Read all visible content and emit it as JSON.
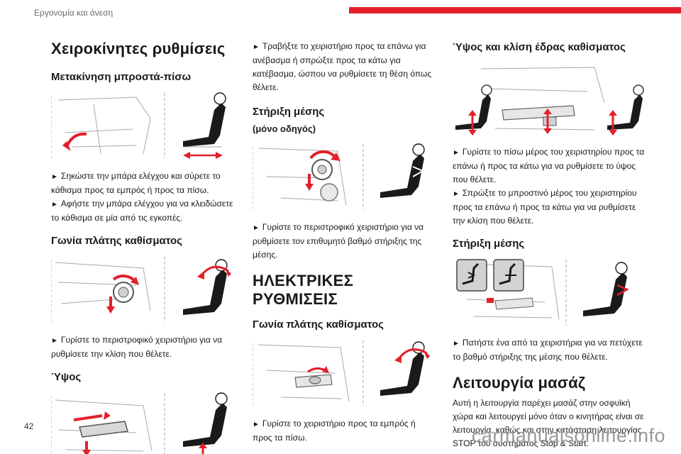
{
  "header": {
    "section": "Εργονομία και άνεση",
    "accent_color": "#e3202a"
  },
  "page": {
    "number": "42"
  },
  "watermark": "carmanualsonline.info",
  "col1": {
    "title": "Χειροκίνητες ρυθμίσεις",
    "s1_heading": "Μετακίνηση μπροστά-πίσω",
    "s1_items": [
      "Σηκώστε την μπάρα ελέγχου και σύρετε το κάθισμα προς τα εμπρός ή προς τα πίσω.",
      "Αφήστε την μπάρα ελέγχου για να κλειδώσετε το κάθισμα σε μία από τις εγκοπές."
    ],
    "s2_heading": "Γωνία πλάτης καθίσματος",
    "s2_items": [
      "Γυρίστε το περιστροφικό χειριστήριο για να ρυθμίσετε την κλίση που θέλετε."
    ],
    "s3_heading": "Ύψος"
  },
  "col2": {
    "intro_items": [
      "Τραβήξτε το χειριστήριο προς τα επάνω για ανέβασμα ή σπρώξτε προς τα κάτω για κατέβασμα, ώσπου να ρυθμίσετε τη θέση όπως θέλετε."
    ],
    "s1_heading": "Στήριξη μέσης",
    "s1_sub": "(μόνο οδηγός)",
    "s1_items": [
      "Γυρίστε το περιστροφικό χειριστήριο για να ρυθμίσετε τον επιθυμητό βαθμό στήριξης της μέσης."
    ],
    "caps_title": "ΗΛΕΚΤΡΙΚΕΣ ΡΥΘΜΙΣΕΙΣ",
    "s2_heading": "Γωνία πλάτης καθίσματος",
    "s2_items": [
      "Γυρίστε το χειριστήριο προς τα εμπρός ή προς τα πίσω."
    ]
  },
  "col3": {
    "s1_heading": "Ύψος και κλίση έδρας καθίσματος",
    "s1_items": [
      "Γυρίστε το πίσω μέρος του χειριστηρίου προς τα επάνω ή προς τα κάτω για να ρυθμίσετε το ύψος που θέλετε.",
      "Σπρώξτε το μπροστινό μέρος του χειριστηρίου προς τα επάνω ή προς τα κάτω για να ρυθμίσετε την κλίση που θέλετε."
    ],
    "s2_heading": "Στήριξη μέσης",
    "s2_items": [
      "Πατήστε ένα από τα χειριστήρια για να πετύχετε το βαθμό στήριξης της μέσης που θέλετε."
    ],
    "s3_title": "Λειτουργία μασάζ",
    "s3_text": "Αυτή η λειτουργία παρέχει μασάζ στην οσφυϊκή χώρα και λειτουργεί μόνο όταν ο κινητήρας είναι σε λειτουργία, καθώς και στην κατάσταση λειτουργίας STOP του συστήματος Stop & Start."
  },
  "bullet_glyph": "►"
}
